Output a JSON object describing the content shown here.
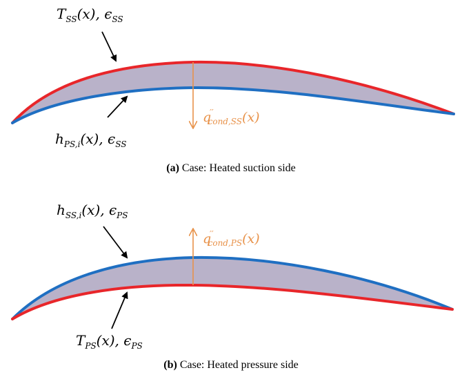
{
  "colors": {
    "suction_heated": "#e8262a",
    "pressure_heated": "#e8262a",
    "unheated": "#1f6fc2",
    "body_fill": "#b9b2c9",
    "heat_flux": "#e8924a",
    "annotation": "#000000"
  },
  "panel_a": {
    "label_top": {
      "main": "T",
      "sub1": "SS",
      "arg": "(x), ",
      "eps": "ϵ",
      "sub2": "SS"
    },
    "label_bottom": {
      "main": "h",
      "sub1": "PS,i",
      "arg": "(x), ",
      "eps": "ϵ",
      "sub2": "SS"
    },
    "flux": {
      "main": "q",
      "prime": "′′",
      "sub": "cond,SS",
      "arg": "(x)"
    },
    "caption_tag": "(a)",
    "caption_text": " Case: Heated suction side"
  },
  "panel_b": {
    "label_top": {
      "main": "h",
      "sub1": "SS,i",
      "arg": "(x), ",
      "eps": "ϵ",
      "sub2": "PS"
    },
    "label_bottom": {
      "main": "T",
      "sub1": "PS",
      "arg": "(x), ",
      "eps": "ϵ",
      "sub2": "PS"
    },
    "flux": {
      "main": "q",
      "prime": "′′",
      "sub": "cond,PS",
      "arg": "(x)"
    },
    "caption_tag": "(b)",
    "caption_text": " Case: Heated pressure side"
  }
}
